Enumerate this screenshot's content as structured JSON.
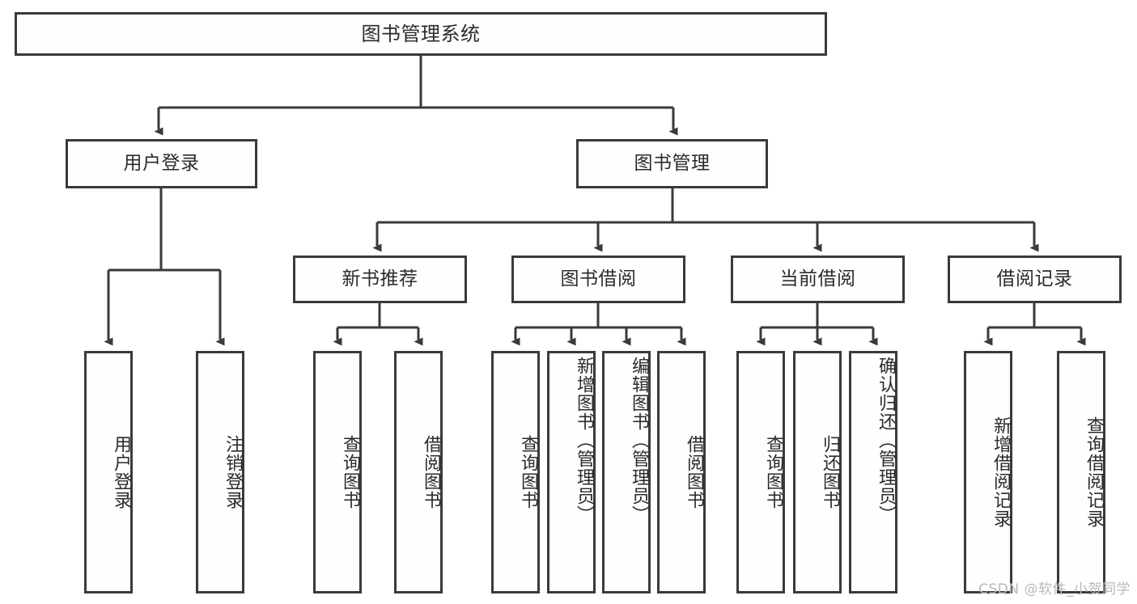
{
  "diagram": {
    "title": "图书管理系统",
    "type": "tree",
    "root": {
      "label": "图书管理系统"
    },
    "level2": [
      {
        "label": "用户登录"
      },
      {
        "label": "图书管理"
      }
    ],
    "level3": [
      {
        "label": "新书推荐"
      },
      {
        "label": "图书借阅"
      },
      {
        "label": "当前借阅"
      },
      {
        "label": "借阅记录"
      }
    ],
    "leaves": {
      "user_login": [
        {
          "label": "用户登录"
        },
        {
          "label": "注销登录"
        }
      ],
      "new_book_recommend": [
        {
          "label": "查询图书"
        },
        {
          "label": "借阅图书"
        }
      ],
      "book_borrow": [
        {
          "label": "查询图书"
        },
        {
          "label": "新增图书（管理员）"
        },
        {
          "label": "编辑图书（管理员）"
        },
        {
          "label": "借阅图书"
        }
      ],
      "current_borrow": [
        {
          "label": "查询图书"
        },
        {
          "label": "归还图书"
        },
        {
          "label": "确认归还（管理员）"
        }
      ],
      "borrow_record": [
        {
          "label": "新增借阅记录"
        },
        {
          "label": "查询借阅记录"
        }
      ]
    }
  },
  "watermark": {
    "text": "CSDN @软件_小贺同学"
  },
  "colors": {
    "stroke": "#3a3a3a",
    "box_fill": "#fefefe",
    "text": "#2b2b2b",
    "watermark": "#b9b9b9",
    "background": "#ffffff"
  }
}
